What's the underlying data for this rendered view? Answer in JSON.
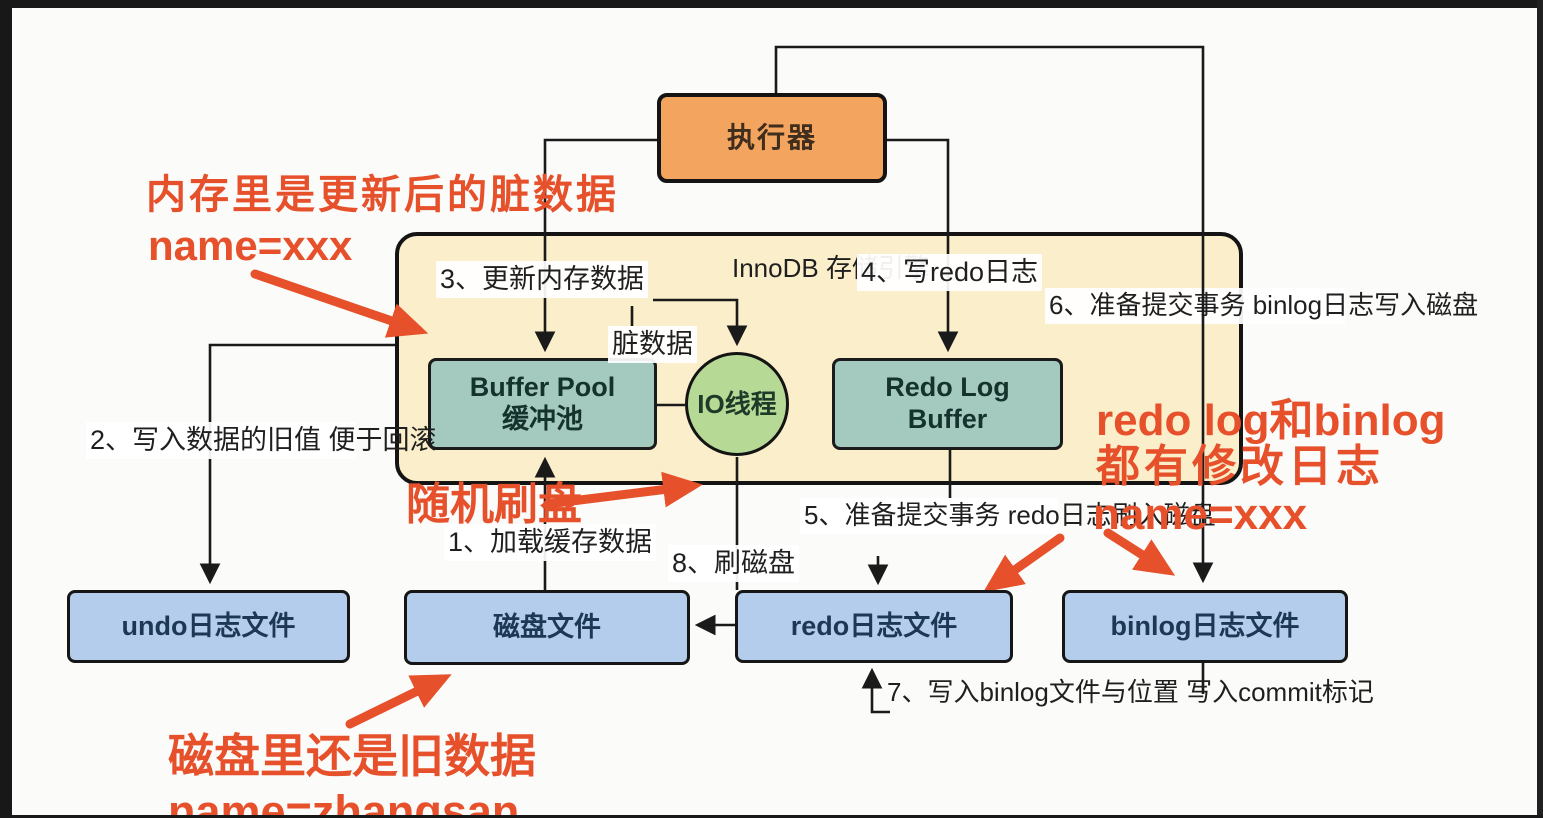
{
  "nodes": {
    "executor": {
      "label": "执行器"
    },
    "engine": {
      "line1": "InnoDB",
      "line2": "存储引擎"
    },
    "buffer_pool": {
      "line1": "Buffer Pool",
      "line2": "缓冲池"
    },
    "io_thread": {
      "label": "IO线程"
    },
    "redo_log_buffer": {
      "line1": "Redo Log",
      "line2": "Buffer"
    },
    "undo_file": {
      "label": "undo日志文件"
    },
    "disk_file": {
      "label": "磁盘文件"
    },
    "redo_file": {
      "label": "redo日志文件"
    },
    "binlog_file": {
      "label": "binlog日志文件"
    }
  },
  "steps": {
    "step1": "1、加载缓存数据",
    "step2_line1": "2、写入数据的旧值",
    "step2_line2": "便于回滚",
    "step3": "3、更新内存数据",
    "dirty_data": "脏数据",
    "step4": "4、写redo日志",
    "step5_line1": "5、准备提交事务",
    "step5_line2": "redo日志刷入磁盘",
    "step6_line1": "6、准备提交事务",
    "step6_line2": "binlog日志写入磁盘",
    "step7_line1": "7、写入binlog文件与位置",
    "step7_line2": "写入commit标记",
    "step8": "8、刷磁盘"
  },
  "annotations": {
    "memory_dirty_line1": "内存里是更新后的脏数据",
    "memory_dirty_line2": "name=xxx",
    "random_flush": "随机刷盘",
    "logs_line1": "redo log和binlog",
    "logs_line2": "都有修改日志",
    "logs_line3": "name=xxx",
    "disk_old_line1": "磁盘里还是旧数据",
    "disk_old_line2": "name=zhangsan"
  },
  "colors": {
    "executor_fill": "#f3a45e",
    "engine_fill": "#fbeecb",
    "buffer_fill": "#a4c9be",
    "io_fill": "#b6da96",
    "file_fill": "#b4cdec",
    "line": "#1a1a1a",
    "annotation_red": "#e6502a"
  }
}
